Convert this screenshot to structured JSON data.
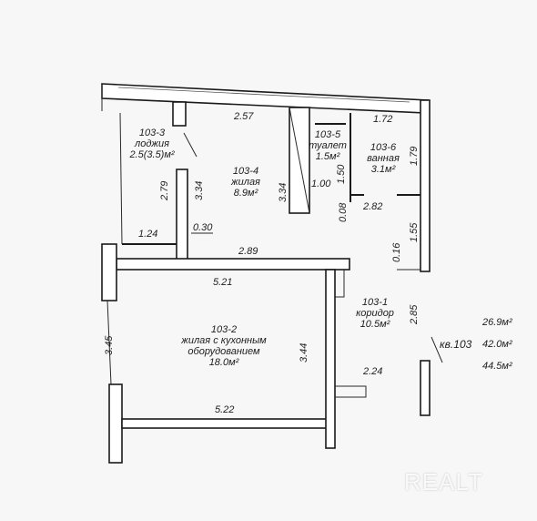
{
  "rooms": [
    {
      "id": "103-3",
      "name": "лоджия",
      "area": "2.5(3.5)м²"
    },
    {
      "id": "103-4",
      "name": "жилая",
      "area": "8.9м²"
    },
    {
      "id": "103-5",
      "name": "туалет",
      "area": "1.5м²"
    },
    {
      "id": "103-6",
      "name": "ванная",
      "area": "3.1м²"
    },
    {
      "id": "103-1",
      "name": "коридор",
      "area": "10.5м²"
    },
    {
      "id": "103-2",
      "name": "жилая с кухонным",
      "name2": "оборудованием",
      "area": "18.0м²"
    }
  ],
  "dims": {
    "d257": "2.57",
    "d172": "1.72",
    "d179": "1.79",
    "d279": "2.79",
    "d334a": "3.34",
    "d334b": "3.34",
    "d150": "1.50",
    "d100": "1.00",
    "d008": "0.08",
    "d282": "2.82",
    "d124": "1.24",
    "d030": "0.30",
    "d155": "1.55",
    "d289": "2.89",
    "d016": "0.16",
    "d521": "5.21",
    "d285": "2.85",
    "d345": "3.45",
    "d344": "3.44",
    "d224": "2.24",
    "d522": "5.22"
  },
  "apartment": {
    "label": "кв.103",
    "area1": "26.9м²",
    "area2": "42.0м²",
    "area3": "44.5м²"
  },
  "watermark": "REALT"
}
